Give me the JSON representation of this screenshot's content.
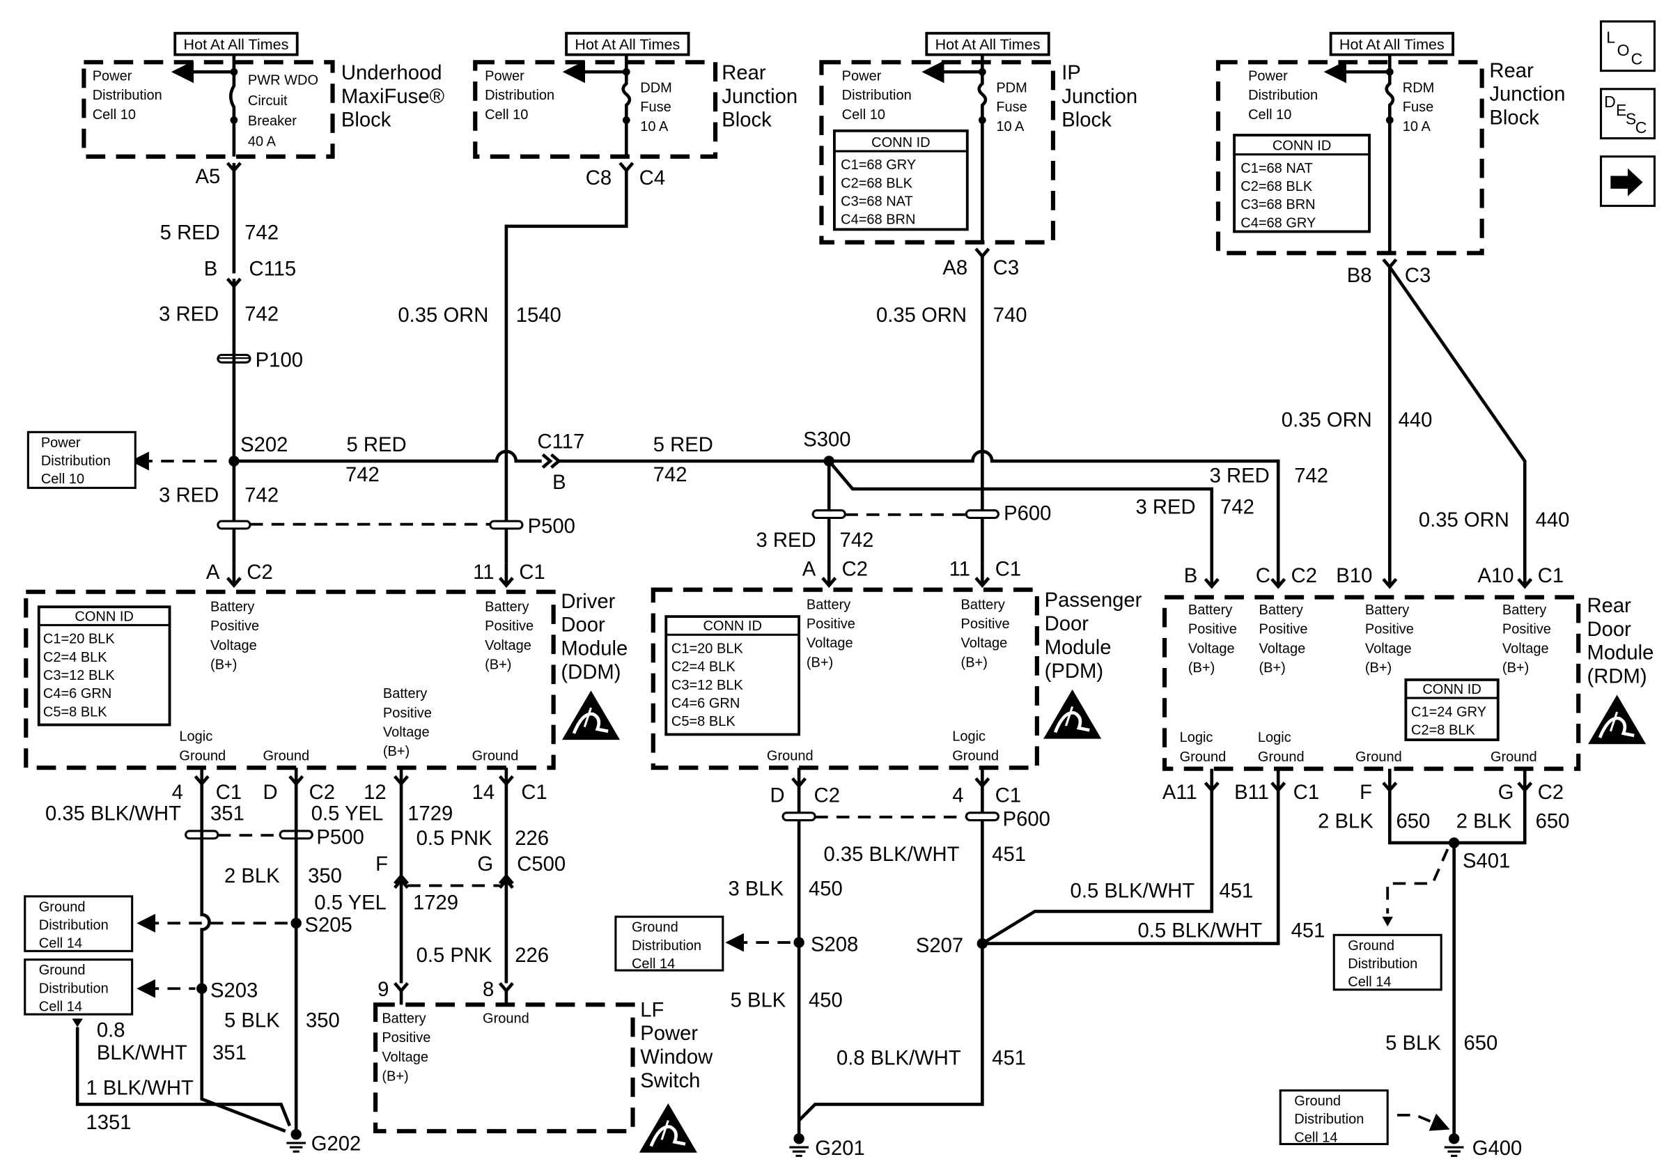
{
  "nav": {
    "loc_button": "LOC",
    "desc_button": "DESC",
    "next_icon": "right-arrow-icon"
  },
  "hot_label": "Hot At All Times",
  "pdc10": "Power Distribution Cell 10",
  "gdc14": "Ground Distribution Cell 14",
  "bpv": "Battery Positive Voltage (B+)",
  "conn_id": "CONN ID",
  "esd_icon": "esd-sensitive-icon",
  "ground_icon": "ground-symbol-icon",
  "blocks": {
    "underhood": {
      "title": [
        "Underhood",
        "MaxiFuse®",
        "Block"
      ],
      "device": [
        "PWR WDO",
        "Circuit",
        "Breaker",
        "40 A"
      ]
    },
    "rjb1": {
      "title": [
        "Rear",
        "Junction",
        "Block"
      ],
      "device": [
        "DDM",
        "Fuse",
        "10 A"
      ]
    },
    "ipjb": {
      "title": [
        "IP",
        "Junction",
        "Block"
      ],
      "device": [
        "PDM",
        "Fuse",
        "10 A"
      ],
      "conn": [
        "C1=68 GRY",
        "C2=68 BLK",
        "C3=68 NAT",
        "C4=68 BRN"
      ]
    },
    "rjb2": {
      "title": [
        "Rear",
        "Junction",
        "Block"
      ],
      "device": [
        "RDM",
        "Fuse",
        "10 A"
      ],
      "conn": [
        "C1=68 NAT",
        "C2=68 BLK",
        "C3=68 BRN",
        "C4=68 GRY"
      ]
    }
  },
  "modules": {
    "ddm": {
      "title": [
        "Driver",
        "Door",
        "Module",
        "(DDM)"
      ],
      "conn": [
        "C1=20 BLK",
        "C2=4 BLK",
        "C3=12 BLK",
        "C4=6 GRN",
        "C5=8 BLK"
      ],
      "logic_ground": [
        "Logic",
        "Ground"
      ],
      "ground": "Ground"
    },
    "pdm": {
      "title": [
        "Passenger",
        "Door",
        "Module",
        "(PDM)"
      ],
      "conn": [
        "C1=20 BLK",
        "C2=4 BLK",
        "C3=12 BLK",
        "C4=6 GRN",
        "C5=8 BLK"
      ],
      "logic_ground": [
        "Logic",
        "Ground"
      ],
      "ground": "Ground"
    },
    "rdm": {
      "title": [
        "Rear",
        "Door",
        "Module",
        "(RDM)"
      ],
      "conn": [
        "C1=24 GRY",
        "C2=8 BLK"
      ],
      "logic_ground": [
        "Logic",
        "Ground"
      ],
      "ground": "Ground"
    },
    "lfpws": {
      "title": [
        "LF",
        "Power",
        "Window",
        "Switch"
      ],
      "ground": "Ground"
    }
  },
  "labels": {
    "a5": "A5",
    "c8": "C8",
    "c4": "C4",
    "a8": "A8",
    "c3": "C3",
    "b8": "B8",
    "w5red742": "5 RED",
    "c742": "742",
    "b": "B",
    "c115": "C115",
    "w3red": "3 RED",
    "p100": "P100",
    "s202": "S202",
    "c117": "C117",
    "s300": "S300",
    "orn035": "0.35 ORN",
    "c1540": "1540",
    "c740": "740",
    "c440": "440",
    "p500": "P500",
    "p600": "P600",
    "a": "A",
    "c2": "C2",
    "n11": "11",
    "c1": "C1",
    "c": "C",
    "b10": "B10",
    "a10": "A10",
    "n4": "4",
    "d": "D",
    "n12": "12",
    "n14": "14",
    "bw035": "0.35 BLK/WHT",
    "c351": "351",
    "yel05": "0.5 YEL",
    "c1729": "1729",
    "pnk05": "0.5 PNK",
    "c226": "226",
    "f": "F",
    "g": "G",
    "c500": "C500",
    "blk2": "2 BLK",
    "c350": "350",
    "s205": "S205",
    "s203": "S203",
    "blk5": "5 BLK",
    "bw08a": "0.8",
    "bw08b": "BLK/WHT",
    "bw1": "1 BLK/WHT",
    "c1351": "1351",
    "g202": "G202",
    "n9": "9",
    "n8": "8",
    "blk3": "3 BLK",
    "c450": "450",
    "s208": "S208",
    "c451": "451",
    "s207": "S207",
    "bw05": "0.5 BLK/WHT",
    "bw08": "0.8 BLK/WHT",
    "g201": "G201",
    "a11": "A11",
    "b11": "B11",
    "c650": "650",
    "s401": "S401",
    "g400": "G400"
  }
}
